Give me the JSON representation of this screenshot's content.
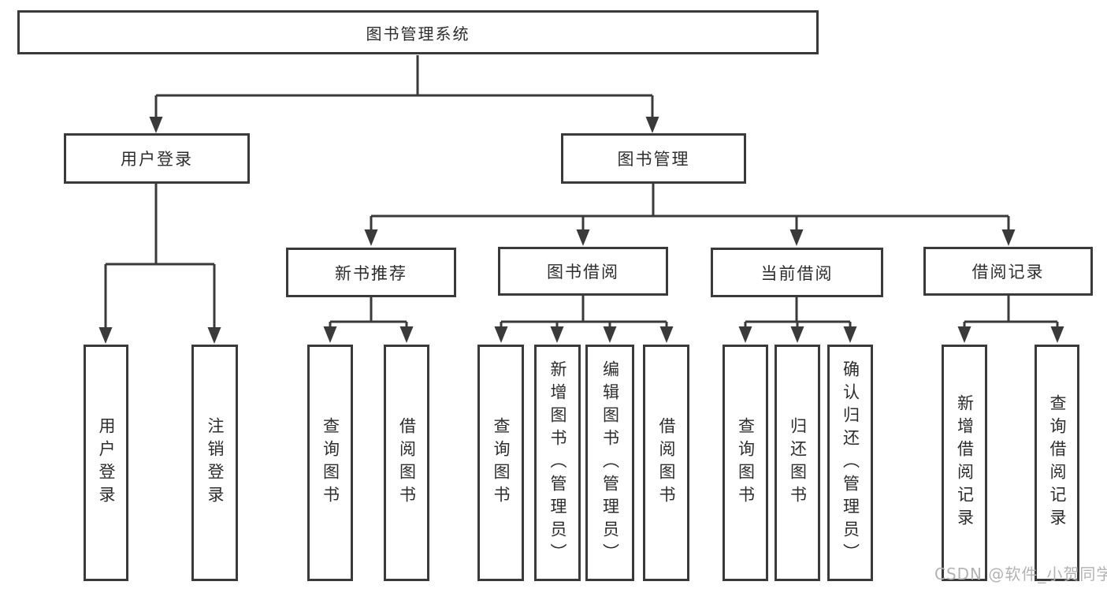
{
  "tree": {
    "root": {
      "label": "图书管理系统"
    },
    "level2": [
      {
        "label": "用户登录"
      },
      {
        "label": "图书管理"
      }
    ],
    "level3": [
      {
        "label": "新书推荐"
      },
      {
        "label": "图书借阅"
      },
      {
        "label": "当前借阅"
      },
      {
        "label": "借阅记录"
      }
    ],
    "leaves": [
      {
        "label": "用户登录"
      },
      {
        "label": "注销登录"
      },
      {
        "label": "查询图书"
      },
      {
        "label": "借阅图书"
      },
      {
        "label": "查询图书"
      },
      {
        "label": "新增图书（管理员）"
      },
      {
        "label": "编辑图书（管理员）"
      },
      {
        "label": "借阅图书"
      },
      {
        "label": "查询图书"
      },
      {
        "label": "归还图书"
      },
      {
        "label": "确认归还（管理员）"
      },
      {
        "label": "新增借阅记录"
      },
      {
        "label": "查询借阅记录"
      }
    ]
  },
  "watermark": {
    "text": "CSDN @软件_小贺同学"
  },
  "colors": {
    "line": "#3a3a3a",
    "text": "#2d2d2d",
    "box_fill": "#ffffff",
    "watermark": "#b3b3b3",
    "background": "#ffffff"
  }
}
